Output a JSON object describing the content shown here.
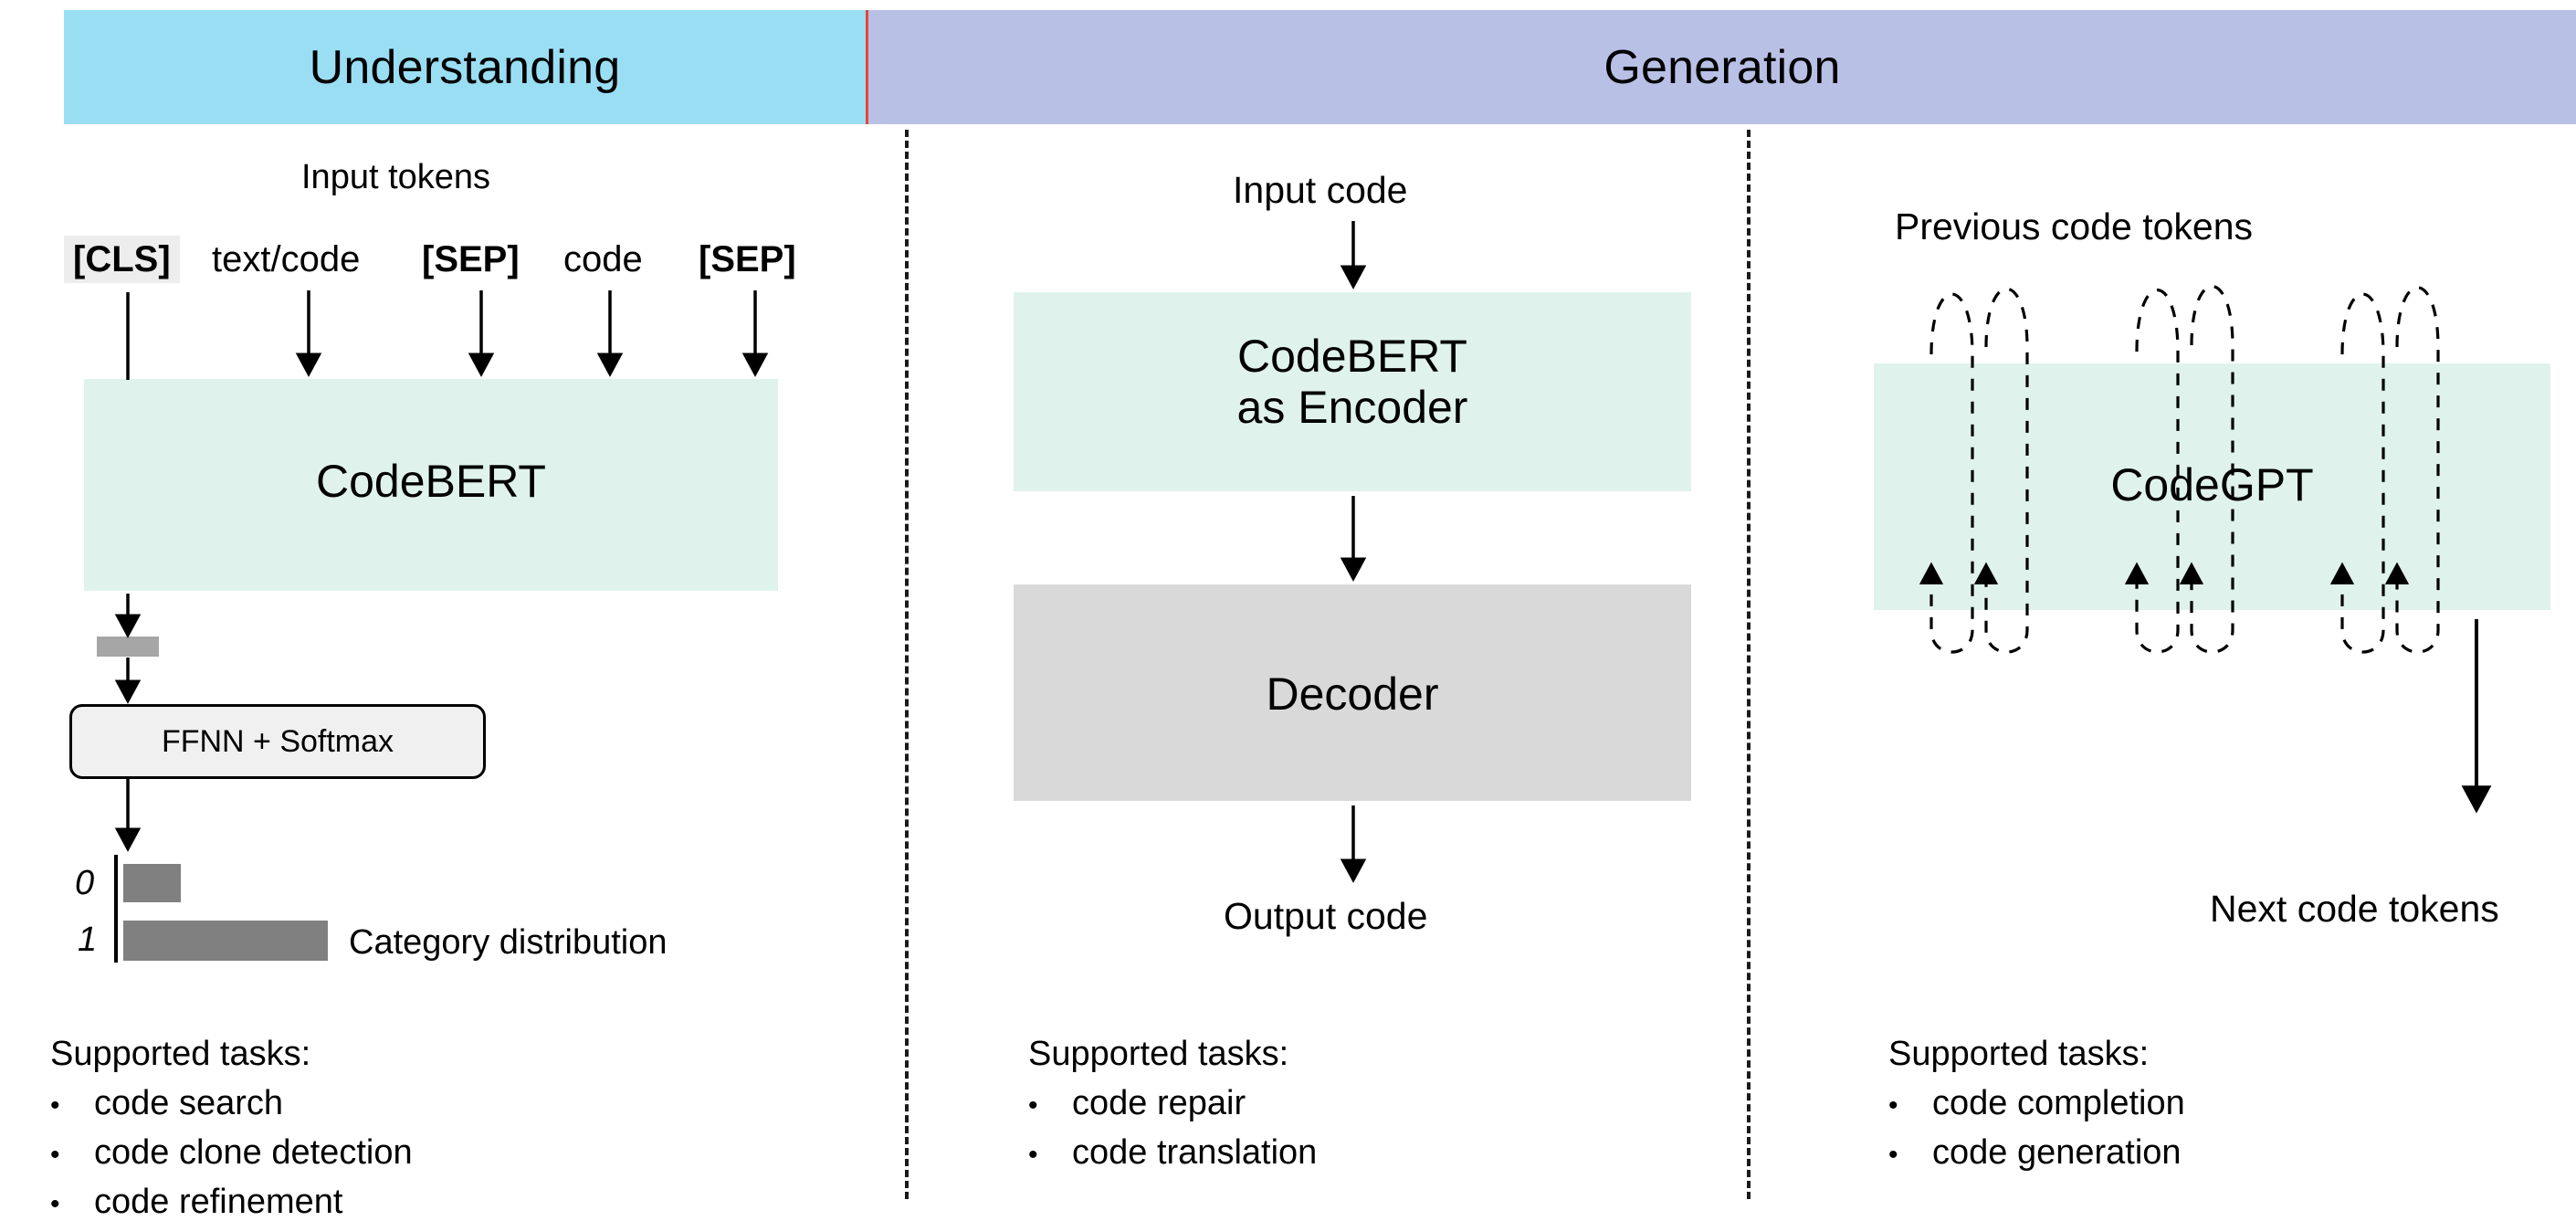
{
  "header": {
    "left": {
      "label": "Understanding",
      "bg": "#9ADEF4"
    },
    "right": {
      "label": "Generation",
      "bg": "#B9C0E6"
    },
    "split_color": "#E8443A"
  },
  "columns": [
    {
      "id": "understanding",
      "input_caption": "Input tokens",
      "tokens": [
        {
          "text": "[CLS]",
          "bold": true,
          "highlight": true
        },
        {
          "text": "text/code",
          "bold": false,
          "highlight": false
        },
        {
          "text": "[SEP]",
          "bold": true,
          "highlight": false
        },
        {
          "text": "code",
          "bold": false,
          "highlight": false
        },
        {
          "text": "[SEP]",
          "bold": true,
          "highlight": false
        }
      ],
      "model_box": {
        "label": "CodeBERT",
        "color": "#DFF3EC"
      },
      "head_box": {
        "label": "FFNN + Softmax",
        "color": "#F0F0F0"
      },
      "chart_label": "Category distribution",
      "tasks": {
        "title": "Supported tasks:",
        "bullet": "•",
        "items": [
          "code search",
          "code clone detection",
          "code refinement"
        ]
      }
    },
    {
      "id": "encoder-decoder",
      "input_caption": "Input code",
      "encoder_box": {
        "label_line1": "CodeBERT",
        "label_line2": "as Encoder",
        "color": "#DFF3EC"
      },
      "decoder_box": {
        "label": "Decoder",
        "color": "#D9D9D9"
      },
      "output_caption": "Output code",
      "tasks": {
        "title": "Supported tasks:",
        "bullet": "•",
        "items": [
          "code repair",
          "code translation"
        ]
      }
    },
    {
      "id": "codegpt",
      "input_caption": "Previous code tokens",
      "model_box": {
        "label": "CodeGPT",
        "color": "#DFF3EC"
      },
      "output_caption": "Next code tokens",
      "recurrence_loops": 6,
      "tasks": {
        "title": "Supported tasks:",
        "bullet": "•",
        "items": [
          "code completion",
          "code generation"
        ]
      }
    }
  ],
  "chart_data": {
    "type": "bar",
    "orientation": "horizontal",
    "title": "Category distribution",
    "categories": [
      "0",
      "1"
    ],
    "values": [
      0.28,
      1.0
    ],
    "xlabel": "",
    "ylabel": "",
    "xlim": [
      0,
      1.0
    ],
    "grid": false,
    "legend": "none",
    "bar_color": "#808080"
  }
}
